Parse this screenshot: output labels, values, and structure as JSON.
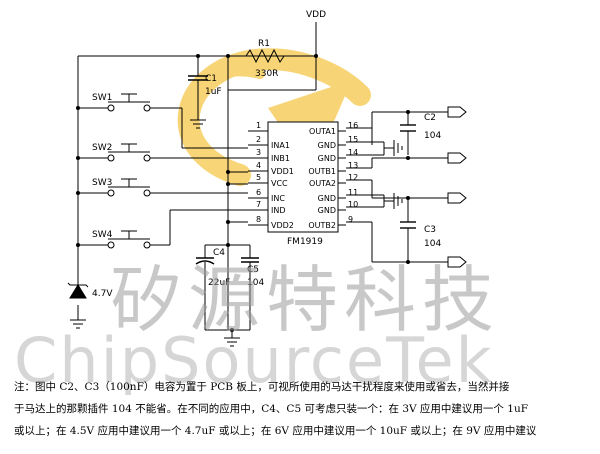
{
  "watermark": {
    "cn": "矽源特科技",
    "en": "ChipSourceTek",
    "cn_color": "#9a9a9a",
    "en_color": "#b5b5b5",
    "logo_color": "#f5c84a"
  },
  "labels": {
    "vdd": "VDD",
    "r1": "R1",
    "r1_val": "330R",
    "c1": "C1",
    "c1_val": "1uF",
    "c2": "C2",
    "c2_val": "104",
    "c3": "C3",
    "c3_val": "104",
    "c4": "C4",
    "c4_val": "22uF",
    "c5": "C5",
    "c5_val": "104",
    "sw1": "SW1",
    "sw2": "SW2",
    "sw3": "SW3",
    "sw4": "SW4",
    "zener": "4.7V",
    "chip": "FM1919"
  },
  "pins_left": [
    {
      "num": "1",
      "name": ""
    },
    {
      "num": "2",
      "name": "INA1"
    },
    {
      "num": "3",
      "name": "INB1"
    },
    {
      "num": "4",
      "name": "VDD1"
    },
    {
      "num": "5",
      "name": "VCC"
    },
    {
      "num": "6",
      "name": "INC"
    },
    {
      "num": "7",
      "name": "IND"
    },
    {
      "num": "8",
      "name": "VDD2"
    }
  ],
  "pins_right": [
    {
      "num": "16",
      "name": "OUTA1"
    },
    {
      "num": "15",
      "name": "GND"
    },
    {
      "num": "14",
      "name": "GND"
    },
    {
      "num": "13",
      "name": "OUTB1"
    },
    {
      "num": "12",
      "name": "OUTA2"
    },
    {
      "num": "11",
      "name": "GND"
    },
    {
      "num": "10",
      "name": "GND"
    },
    {
      "num": "9",
      "name": "OUTB2"
    }
  ],
  "note": [
    "注：图中 C2、C3（100nF）电容为置于 PCB 板上，可视所使用的马达干扰程度来使用或省去，当然并接",
    "于马达上的那颗插件 104 不能省。在不同的应用中，C4、C5 可考虑只装一个：在 3V 应用中建议用一个 1uF",
    "或以上；在 4.5V 应用中建议用一个 4.7uF 或以上；在 6V 应用中建议用一个 10uF 或以上；在 9V 应用中建议"
  ]
}
